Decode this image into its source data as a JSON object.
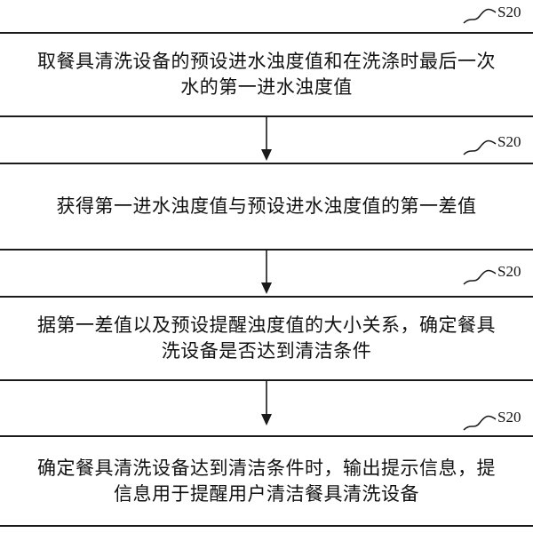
{
  "steps": [
    {
      "label": "S20",
      "text": "取餐具清洗设备的预设进水浊度值和在洗涤时最后一次\n水的第一进水浊度值"
    },
    {
      "label": "S20",
      "text": "获得第一进水浊度值与预设进水浊度值的第一差值"
    },
    {
      "label": "S20",
      "text": "据第一差值以及预设提醒浊度值的大小关系，确定餐具\n洗设备是否达到清洁条件"
    },
    {
      "label": "S20",
      "text": "确定餐具清洗设备达到清洁条件时，输出提示信息，提\n信息用于提醒用户清洁餐具清洗设备"
    }
  ]
}
